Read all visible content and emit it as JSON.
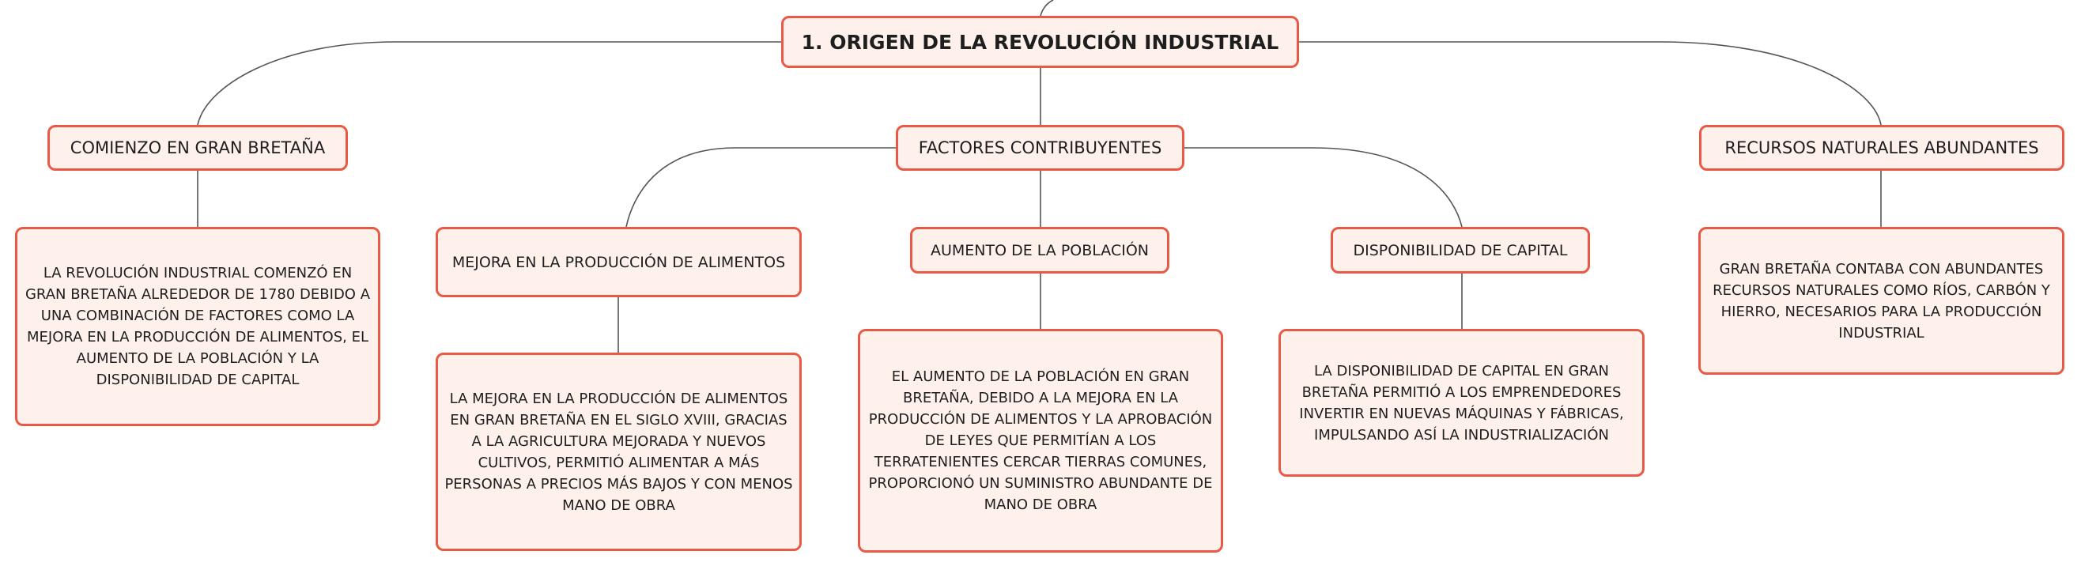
{
  "root": {
    "title": "1. ORIGEN DE LA REVOLUCIÓN INDUSTRIAL"
  },
  "branches": {
    "comienzo": {
      "label": "COMIENZO EN GRAN BRETAÑA",
      "description": "LA REVOLUCIÓN INDUSTRIAL COMENZÓ EN GRAN BRETAÑA ALREDEDOR DE 1780 DEBIDO A UNA COMBINACIÓN DE FACTORES COMO LA MEJORA EN LA PRODUCCIÓN DE ALIMENTOS, EL AUMENTO DE LA POBLACIÓN Y LA DISPONIBILIDAD DE CAPITAL"
    },
    "factores": {
      "label": "FACTORES CONTRIBUYENTES",
      "children": {
        "alimentos": {
          "label": "MEJORA EN LA PRODUCCIÓN DE ALIMENTOS",
          "description": "LA MEJORA EN LA PRODUCCIÓN DE ALIMENTOS EN GRAN BRETAÑA EN EL SIGLO XVIII, GRACIAS A LA AGRICULTURA MEJORADA Y NUEVOS CULTIVOS, PERMITIÓ ALIMENTAR A MÁS PERSONAS A PRECIOS MÁS BAJOS Y CON MENOS MANO DE OBRA"
        },
        "poblacion": {
          "label": "AUMENTO DE LA POBLACIÓN",
          "description": "EL AUMENTO DE LA POBLACIÓN EN GRAN BRETAÑA, DEBIDO A LA MEJORA EN LA PRODUCCIÓN DE ALIMENTOS Y LA APROBACIÓN DE LEYES QUE PERMITÍAN A LOS TERRATENIENTES CERCAR TIERRAS COMUNES, PROPORCIONÓ UN SUMINISTRO ABUNDANTE DE MANO DE OBRA"
        },
        "capital": {
          "label": "DISPONIBILIDAD DE CAPITAL",
          "description": "LA DISPONIBILIDAD DE CAPITAL EN GRAN BRETAÑA PERMITIÓ A LOS EMPRENDEDORES INVERTIR EN NUEVAS MÁQUINAS Y FÁBRICAS, IMPULSANDO ASÍ LA INDUSTRIALIZACIÓN"
        }
      }
    },
    "recursos": {
      "label": "RECURSOS NATURALES ABUNDANTES",
      "description": "GRAN BRETAÑA CONTABA CON ABUNDANTES RECURSOS NATURALES COMO RÍOS, CARBÓN Y HIERRO, NECESARIOS PARA LA PRODUCCIÓN INDUSTRIAL"
    }
  },
  "colors": {
    "border": "#e85a45",
    "fill": "#fef1ec",
    "connector": "#555555"
  }
}
